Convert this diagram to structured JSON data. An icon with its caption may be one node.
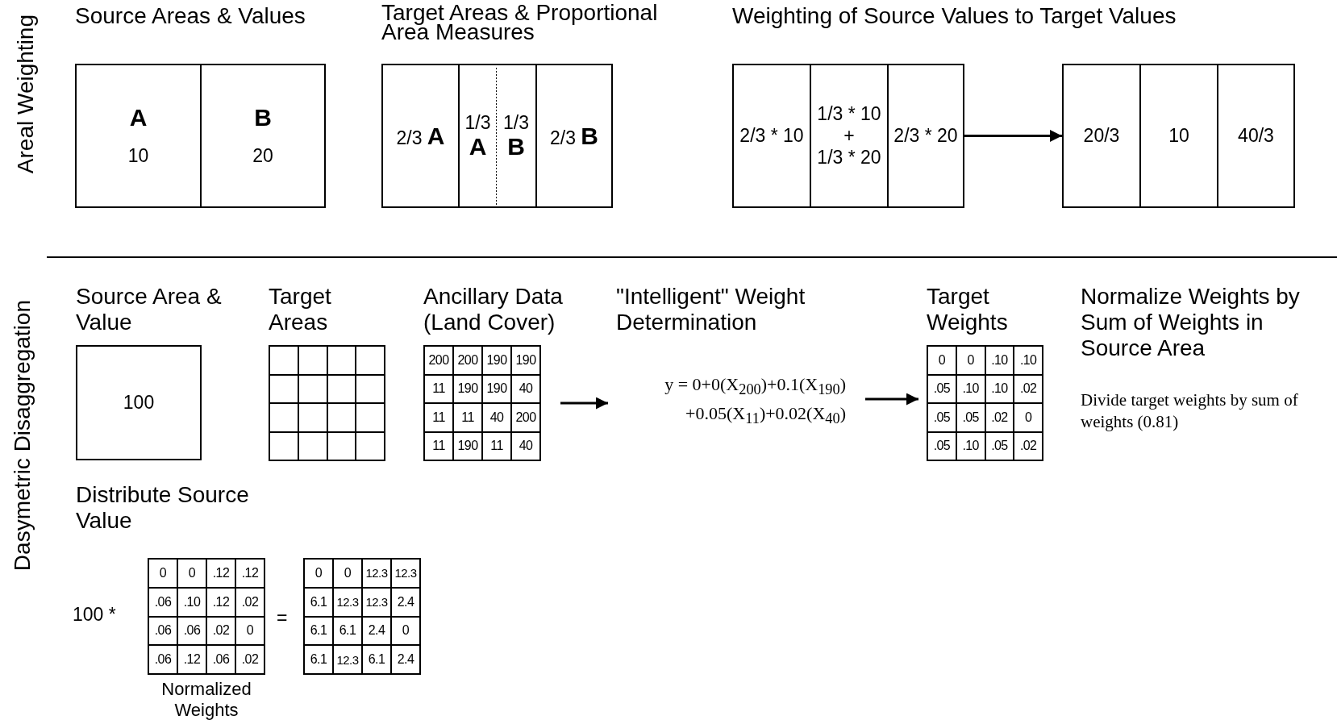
{
  "diagram": {
    "nodes": [
      {
        "text": [
          "A",
          "10"
        ]
      },
      {
        "text": [
          "B",
          "20"
        ]
      },
      {
        "text": [
          "2/3 **A**"
        ]
      },
      {
        "text": [
          "1/3",
          "A"
        ]
      },
      {
        "text": [
          "1/3",
          "B"
        ]
      },
      {
        "text": [
          "2/3 **B**"
        ]
      },
      {
        "text": [
          "2/3 * 10"
        ]
      },
      {
        "text": [
          "1/3 * 10",
          "+",
          "1/3 * 20"
        ]
      },
      {
        "text": [
          "2/3 * 20"
        ]
      },
      {
        "text": [
          "20/3"
        ]
      },
      {
        "text": [
          "10"
        ]
      },
      {
        "text": [
          "40/3"
        ]
      },
      {
        "text": [
          "Source Area & Value",
          "100"
        ]
      },
      {
        "text": [
          "Target Areas"
        ]
      },
      {
        "text": [
          "Ancillary Data (Land Cover)",
          "200",
          "200",
          "190",
          "190",
          "11",
          "190",
          "190",
          "40",
          "11",
          "11",
          "40",
          "200",
          "11",
          "190",
          "11",
          "40"
        ]
      },
      {
        "text": [
          "\"Intelligent\" Weight Determination",
          "y = 0+0(X$_{200}$)+0.1(X$_{190}$) +0.05(X$_{11}$)+0.02(X$_{40}$)"
        ]
      },
      {
        "text": [
          "Target Weights",
          "0",
          "0",
          ".10",
          ".10",
          ".05",
          ".10",
          ".10",
          ".02",
          ".05",
          ".05",
          ".02",
          "0",
          ".05",
          ".10",
          ".05",
          ".02"
        ]
      },
      {
        "text": [
          "0",
          "0",
          ".12",
          ".12",
          ".06",
          ".10",
          ".12",
          ".02",
          ".06",
          ".06",
          ".02",
          "0",
          ".06",
          ".12",
          ".06",
          ".02"
        ],
        "beside": [
          "Normalized Weights"
        ]
      },
      {
        "text": [
          "0",
          "0",
          "12.3",
          "12.3",
          "6.1",
          "12.3",
          "12.3",
          "2.4",
          "6.1",
          "6.1",
          "2.4",
          "0",
          "6.1",
          "12.3",
          "6.1",
          "2.4"
        ]
      }
    ],
    "edges": [
      {
        "from": 8,
        "to": 9,
        "arrow": "to"
      },
      {
        "from": 14,
        "to": 15,
        "arrow": "to"
      },
      {
        "from": 15,
        "to": 16,
        "arrow": "to"
      }
    ],
    "labels": [
      "Areal Weighting",
      "Source Areas & Values",
      "Target Areas & Proportional Area Measures",
      "Weighting of Source Values to Target Values",
      "Dasymetric Disaggregation",
      "Normalize Weights by Sum of Weights in Source Area",
      "Divide target weights by sum of weights (0.81)",
      "Distribute Source Value",
      "100 *",
      "="
    ]
  }
}
